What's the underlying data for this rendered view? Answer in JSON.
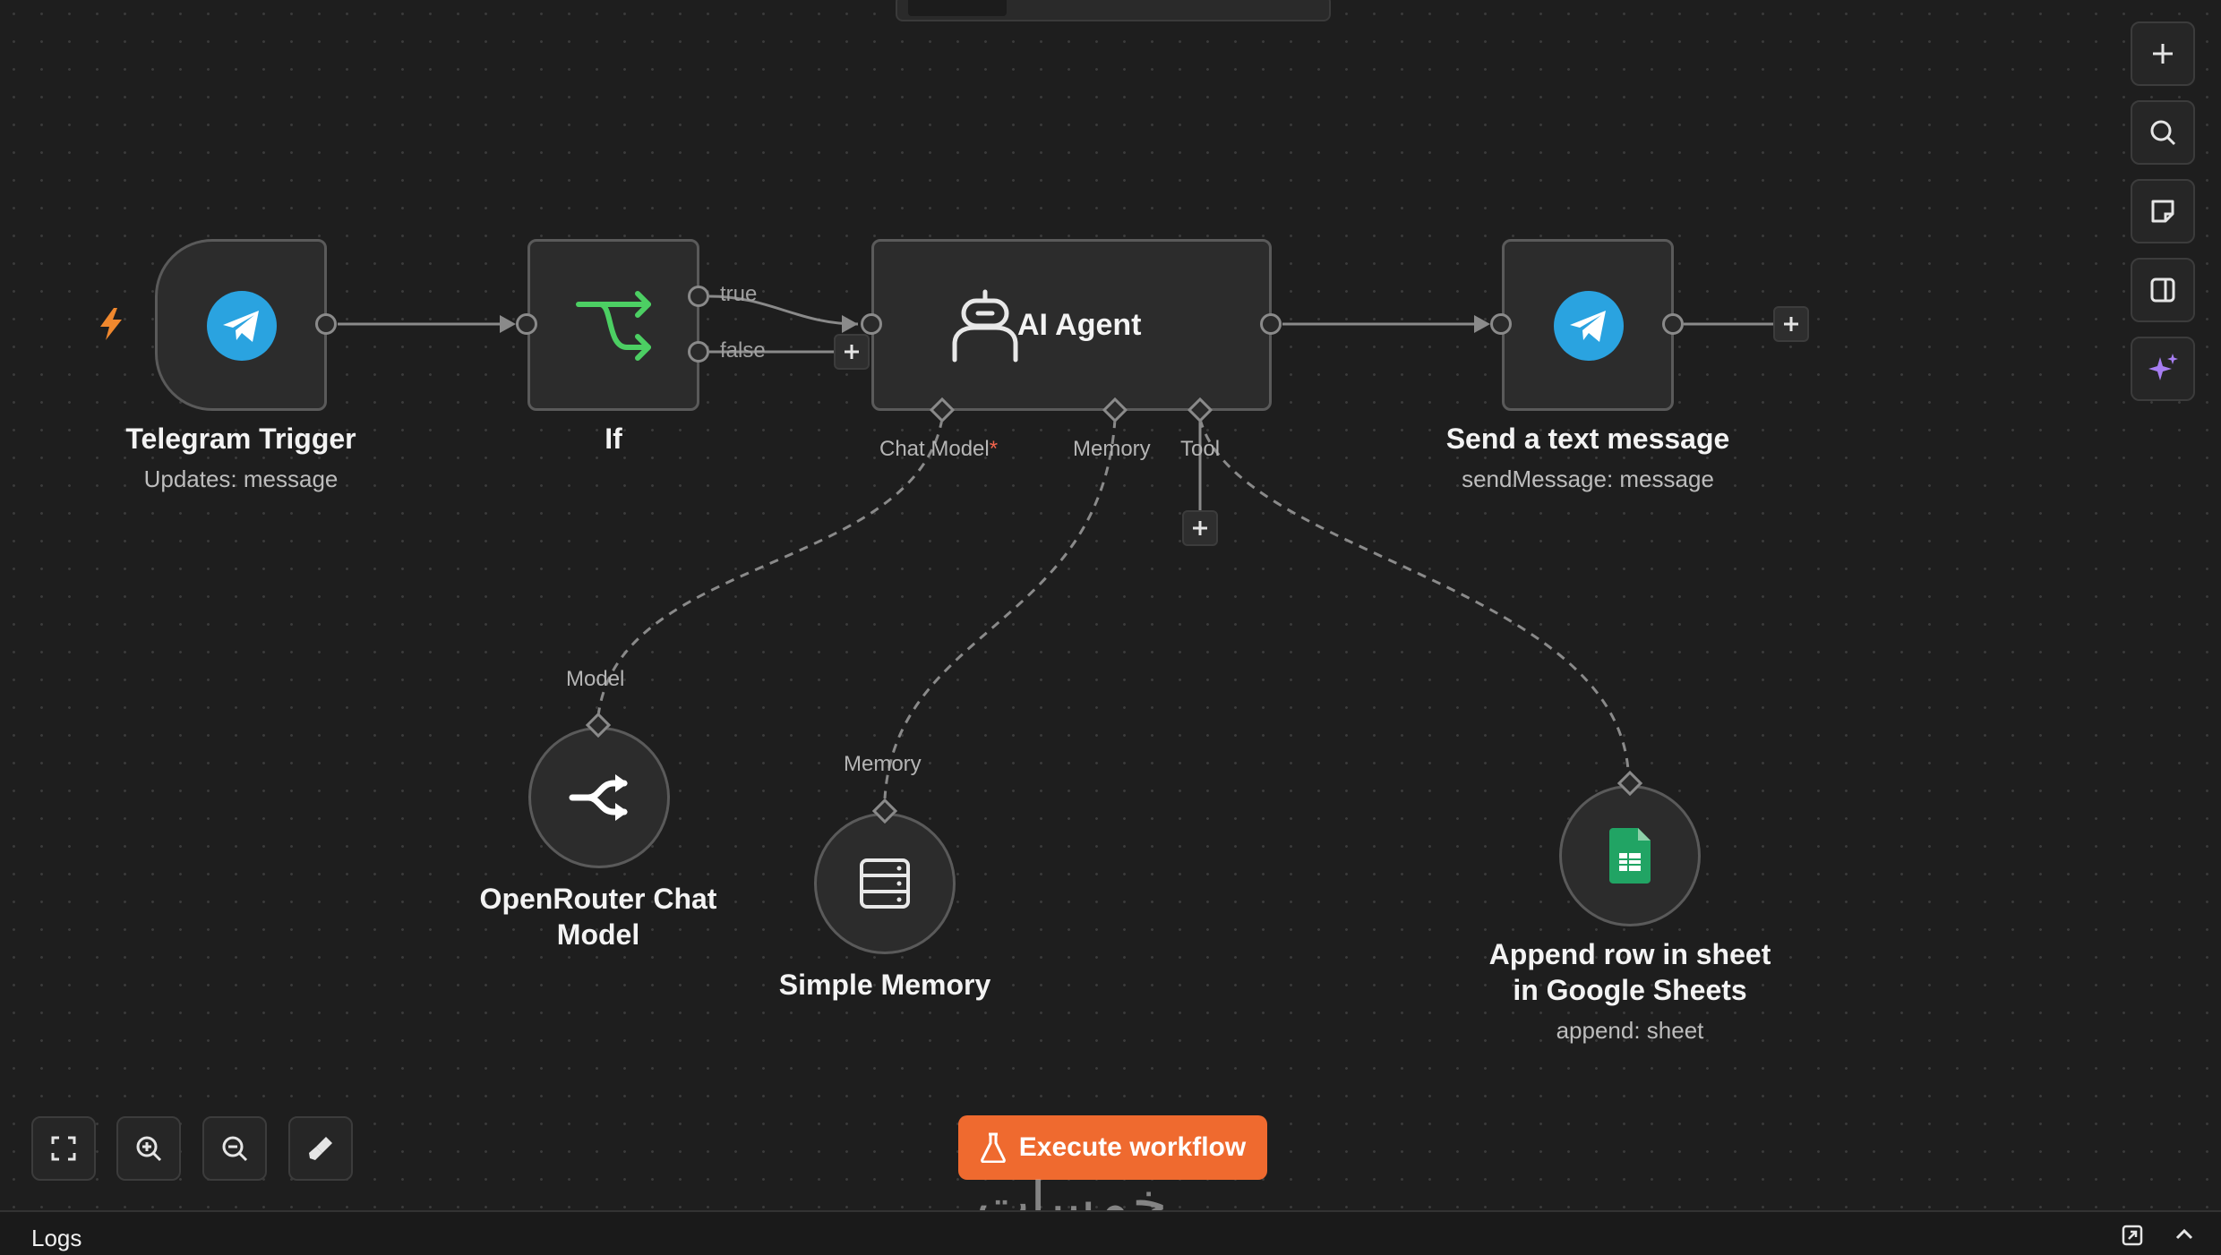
{
  "nodes": {
    "telegram_trigger": {
      "title": "Telegram Trigger",
      "subtitle": "Updates: message"
    },
    "if": {
      "title": "If",
      "true_label": "true",
      "false_label": "false"
    },
    "ai_agent": {
      "title": "AI Agent",
      "ports": {
        "chat_model": "Chat Model",
        "required_mark": "*",
        "memory": "Memory",
        "tool": "Tool"
      }
    },
    "send_message": {
      "title": "Send a text message",
      "subtitle": "sendMessage: message"
    },
    "openrouter": {
      "title_line1": "OpenRouter Chat",
      "title_line2": "Model",
      "port_label": "Model"
    },
    "simple_memory": {
      "title": "Simple Memory",
      "port_label": "Memory"
    },
    "google_sheets": {
      "title_line1": "Append row in sheet",
      "title_line2": "in Google Sheets",
      "subtitle": "append: sheet"
    }
  },
  "toolbar": {
    "execute_label": "Execute workflow"
  },
  "logs": {
    "label": "Logs"
  },
  "watermark": {
    "text": "خمسات"
  },
  "icons": {
    "side": [
      "plus-icon",
      "search-icon",
      "sticky-note-icon",
      "panel-icon",
      "sparkles-icon"
    ],
    "controls": [
      "fit-view-icon",
      "zoom-in-icon",
      "zoom-out-icon",
      "tidy-up-icon"
    ]
  },
  "colors": {
    "execute": "#ef6a2f",
    "telegram": "#2aa3e0",
    "if_green": "#4ccf63",
    "sheets_green": "#21a464",
    "required_star": "#f2644c",
    "trigger_bolt": "#f0882e",
    "sparkles": "#a77ef2"
  }
}
